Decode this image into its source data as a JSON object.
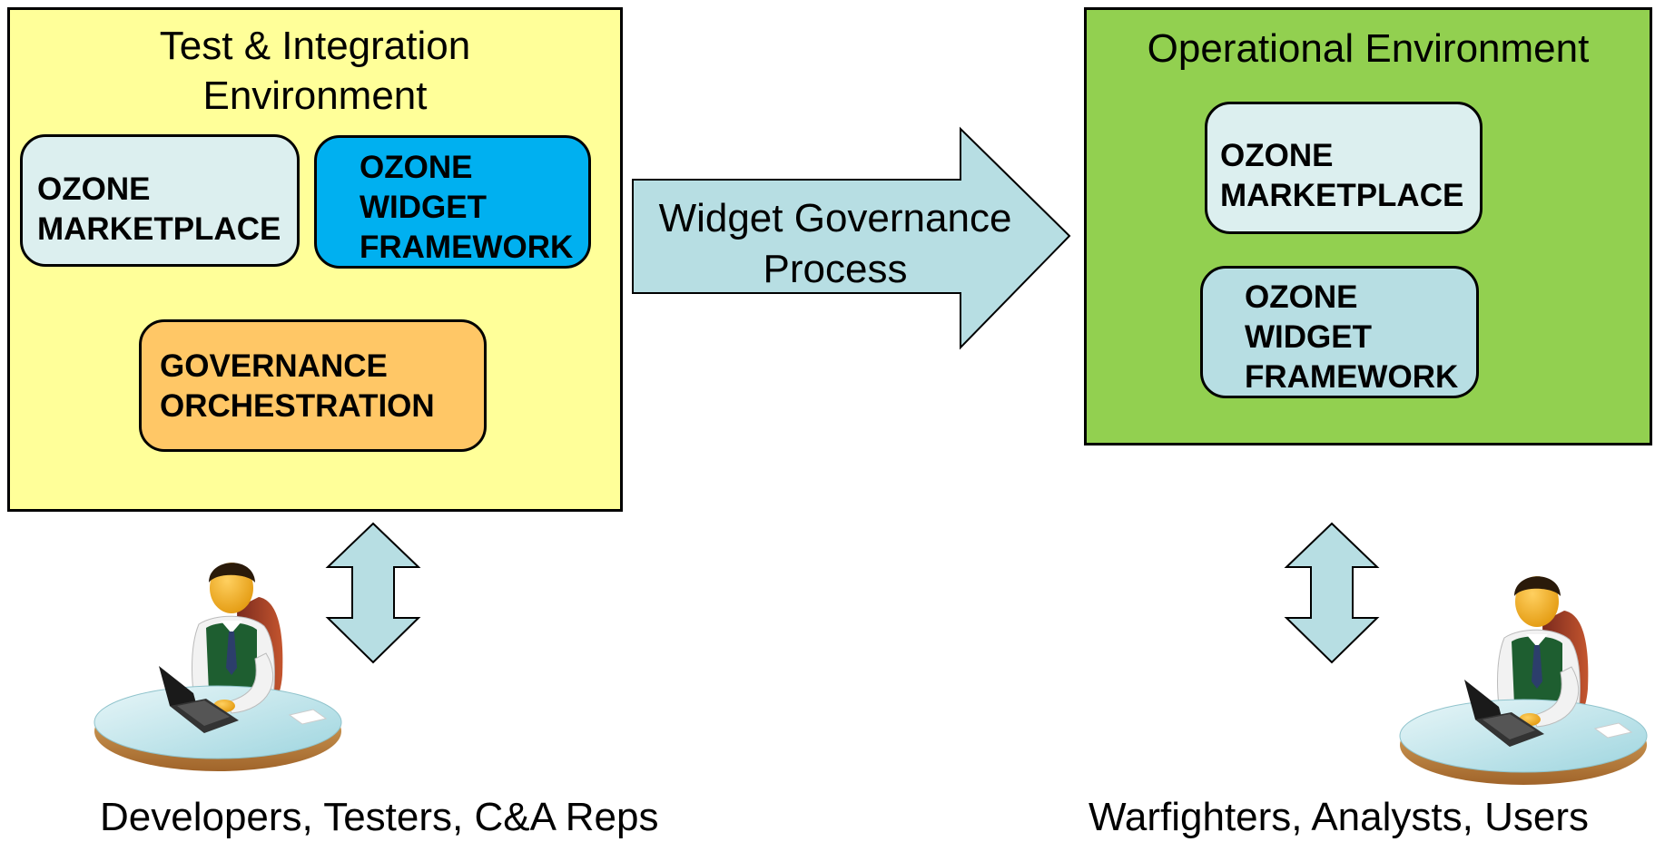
{
  "colors": {
    "test_env_fill": "#FFFF99",
    "operational_env_fill": "#92D050",
    "marketplace_fill": "#DCEFEF",
    "widget_framework_test_fill": "#00B0F0",
    "widget_framework_ops_fill": "#B7DEE3",
    "governance_fill": "#FFC766",
    "arrow_fill": "#B7DEE3"
  },
  "test_env": {
    "title": "Test & Integration\nEnvironment",
    "marketplace": "OZONE\nMARKETPLACE",
    "widget_framework": "OZONE\nWIDGET\nFRAMEWORK",
    "governance": "GOVERNANCE\nORCHESTRATION"
  },
  "ops_env": {
    "title": "Operational Environment",
    "marketplace": "OZONE\nMARKETPLACE",
    "widget_framework": "OZONE\nWIDGET\nFRAMEWORK"
  },
  "process_arrow": {
    "label": "Widget Governance\nProcess"
  },
  "left_users": {
    "icon": "user-at-laptop-icon",
    "caption": "Developers, Testers, C&A Reps"
  },
  "right_users": {
    "icon": "user-at-laptop-icon",
    "caption": "Warfighters, Analysts, Users"
  }
}
